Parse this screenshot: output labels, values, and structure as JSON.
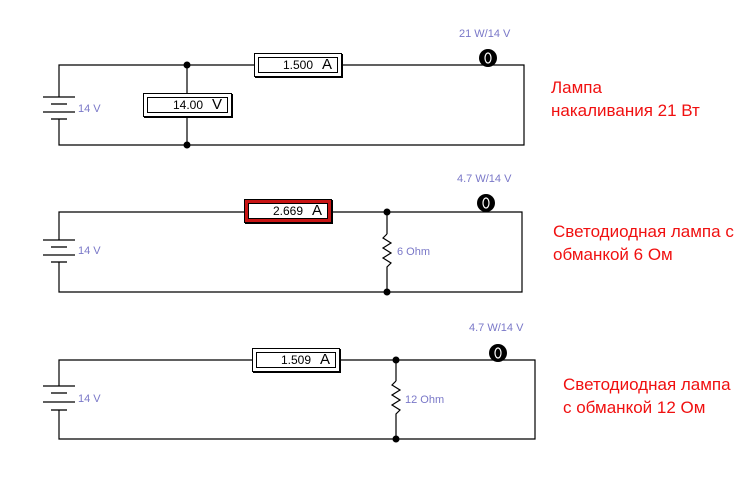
{
  "circuits": [
    {
      "battery": "14 V",
      "lamp": "21 W/14 V",
      "ammeter": {
        "value": "1.500",
        "unit": "A"
      },
      "voltmeter": {
        "value": "14.00",
        "unit": "V"
      },
      "note": [
        "Лампа",
        "накаливания 21 Вт"
      ]
    },
    {
      "battery": "14 V",
      "lamp": "4.7 W/14 V",
      "ammeter": {
        "value": "2.669",
        "unit": "A"
      },
      "resistor": "6  Ohm",
      "note": [
        "Светодиодная лампа с",
        "обманкой 6 Ом"
      ]
    },
    {
      "battery": "14 V",
      "lamp": "4.7 W/14 V",
      "ammeter": {
        "value": "1.509",
        "unit": "A"
      },
      "resistor": "12  Ohm",
      "note": [
        "Светодиодная лампа",
        "с обманкой 12 Ом"
      ]
    }
  ],
  "colors": {
    "wire": "#000000",
    "label": "#7a78c8",
    "note": "#f01010",
    "selected_meter": "#c81414"
  }
}
